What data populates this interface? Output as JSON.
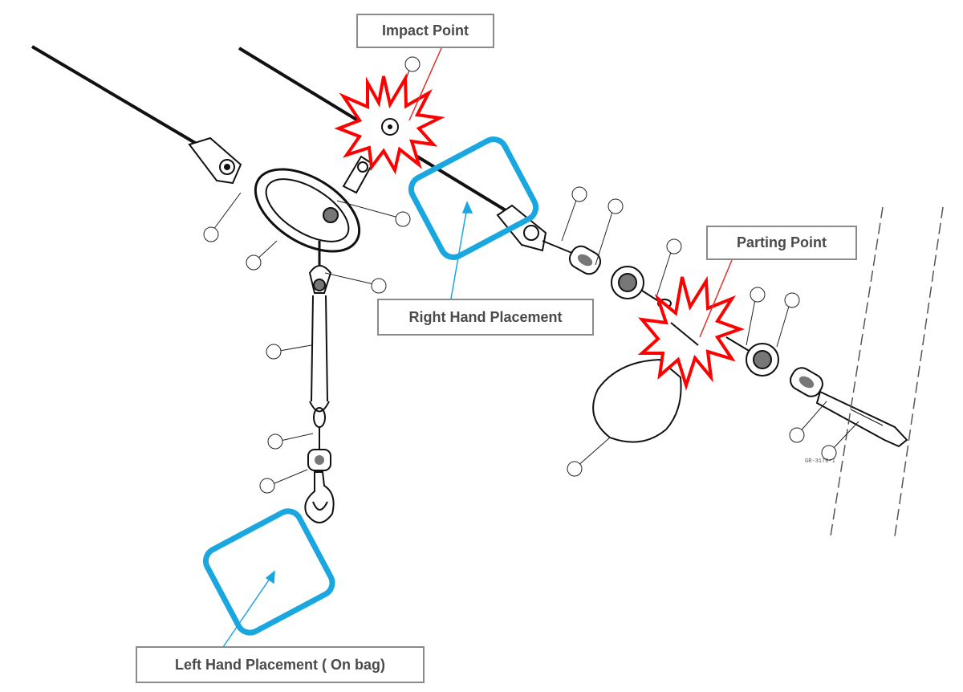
{
  "labels": {
    "impact_point": "Impact Point",
    "parting_point": "Parting Point",
    "right_hand": "Right Hand Placement",
    "left_hand": "Left Hand Placement ( On bag)"
  },
  "part_code": "GR-3170-1",
  "colors": {
    "hand_box": "#1aa7e0",
    "burst": "#ff0000",
    "leader": "#e0302a",
    "drawing": "#111111",
    "label_border": "#8a8a8a"
  },
  "icons": {
    "impact_marker": "burst-icon",
    "parting_marker": "burst-icon"
  }
}
